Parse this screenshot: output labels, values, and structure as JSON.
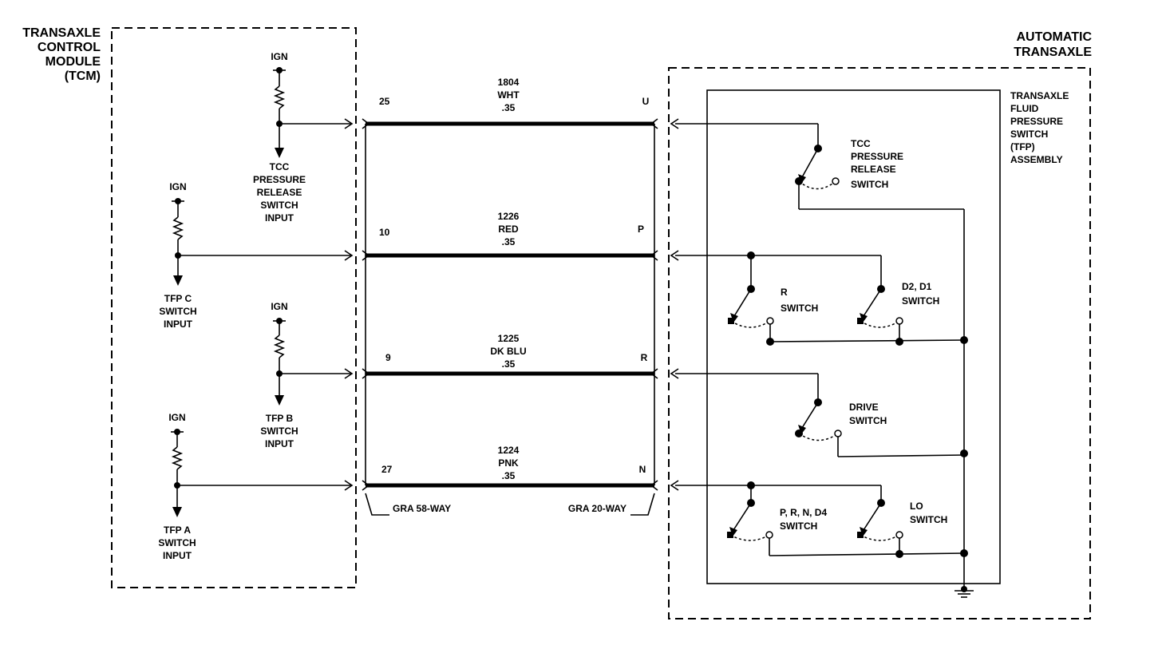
{
  "tcm": {
    "title_lines": [
      "TRANSAXLE",
      "CONTROL",
      "MODULE",
      "(TCM)"
    ],
    "ign_label": "IGN",
    "inputs": [
      {
        "lines": [
          "TCC",
          "PRESSURE",
          "RELEASE",
          "SWITCH",
          "INPUT"
        ]
      },
      {
        "lines": [
          "TFP C",
          "SWITCH",
          "INPUT"
        ]
      },
      {
        "lines": [
          "TFP B",
          "SWITCH",
          "INPUT"
        ]
      },
      {
        "lines": [
          "TFP A",
          "SWITCH",
          "INPUT"
        ]
      }
    ]
  },
  "transaxle": {
    "title_lines": [
      "AUTOMATIC",
      "TRANSAXLE"
    ],
    "tfp_assembly_lines": [
      "TRANSAXLE",
      "FLUID",
      "PRESSURE",
      "SWITCH",
      "(TFP)",
      "ASSEMBLY"
    ],
    "switches": {
      "tcc": [
        "TCC",
        "PRESSURE",
        "RELEASE",
        "SWITCH"
      ],
      "r": [
        "R",
        "SWITCH"
      ],
      "d2d1": [
        "D2, D1",
        "SWITCH"
      ],
      "drive": [
        "DRIVE",
        "SWITCH"
      ],
      "prnd4": [
        "P, R, N, D4",
        "SWITCH"
      ],
      "lo": [
        "LO",
        "SWITCH"
      ]
    }
  },
  "circuits": [
    {
      "tcm_pin": "25",
      "circuit": "1804",
      "color": "WHT",
      "gauge": ".35",
      "connector_pin": "U"
    },
    {
      "tcm_pin": "10",
      "circuit": "1226",
      "color": "RED",
      "gauge": ".35",
      "connector_pin": "P"
    },
    {
      "tcm_pin": "9",
      "circuit": "1225",
      "color": "DK BLU",
      "gauge": ".35",
      "connector_pin": "R"
    },
    {
      "tcm_pin": "27",
      "circuit": "1224",
      "color": "PNK",
      "gauge": ".35",
      "connector_pin": "N"
    }
  ],
  "connectors": {
    "left": "GRA 58-WAY",
    "right": "GRA 20-WAY"
  }
}
